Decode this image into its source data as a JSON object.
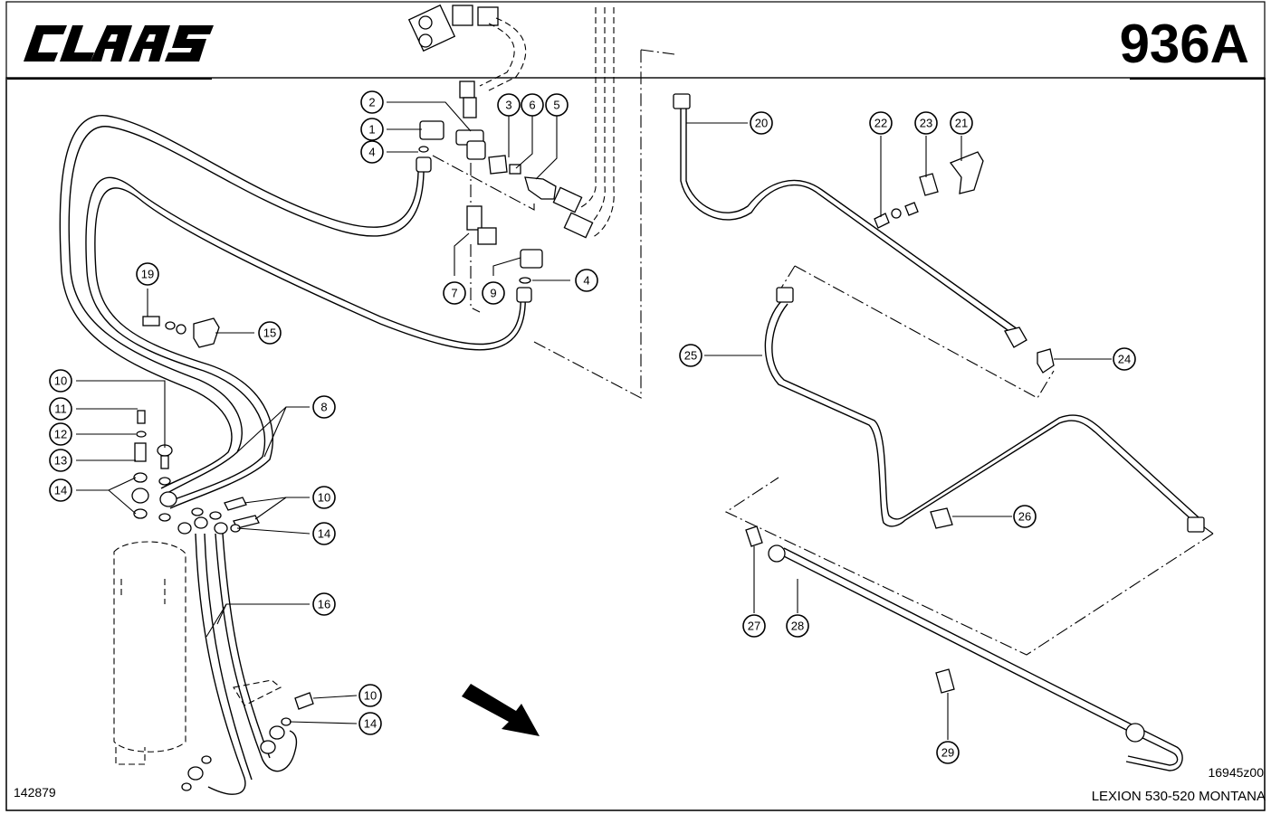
{
  "header": {
    "brand": "CLAAS",
    "page_number": "936A"
  },
  "footer": {
    "drawing_number": "142879",
    "figure_code": "16945z00",
    "model": "LEXION 530-520 MONTANA"
  },
  "callouts": [
    {
      "label": "1"
    },
    {
      "label": "2"
    },
    {
      "label": "4"
    },
    {
      "label": "3"
    },
    {
      "label": "6"
    },
    {
      "label": "5"
    },
    {
      "label": "7"
    },
    {
      "label": "9"
    },
    {
      "label": "4"
    },
    {
      "label": "19"
    },
    {
      "label": "15"
    },
    {
      "label": "8"
    },
    {
      "label": "10"
    },
    {
      "label": "11"
    },
    {
      "label": "12"
    },
    {
      "label": "13"
    },
    {
      "label": "14"
    },
    {
      "label": "10"
    },
    {
      "label": "14"
    },
    {
      "label": "16"
    },
    {
      "label": "10"
    },
    {
      "label": "14"
    },
    {
      "label": "20"
    },
    {
      "label": "22"
    },
    {
      "label": "23"
    },
    {
      "label": "21"
    },
    {
      "label": "25"
    },
    {
      "label": "24"
    },
    {
      "label": "26"
    },
    {
      "label": "27"
    },
    {
      "label": "28"
    },
    {
      "label": "29"
    }
  ]
}
